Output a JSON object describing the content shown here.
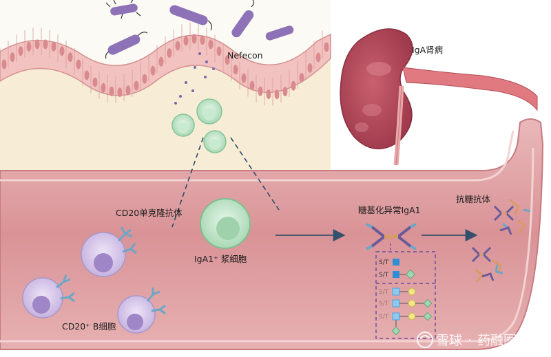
{
  "labels": {
    "nefecon": "Nefecon",
    "iga_nephropathy": "IgA肾病",
    "cd20_antibody": "CD20单克隆抗体",
    "plasma_cell": "IgA1⁺ 浆细胞",
    "gd_iga1": "糖基化异常IgA1",
    "anti_glycan_ab": "抗糖抗体",
    "b_cell": "CD20⁺ B细胞",
    "st_1": "S/T",
    "st_2": "S/T",
    "st_3": "S/T",
    "st_4": "S/T",
    "st_5": "S/T"
  },
  "watermark": {
    "brand": "雪球",
    "author": "药融圈"
  },
  "colors": {
    "vessel": "#d9969b",
    "vessel_light": "#f2cfd0",
    "epithelium": "#f0b8b7",
    "nucleus": "#d98a8e",
    "submucosa": "#f6ecd4",
    "kidney": "#b64e5e",
    "bacteria": "#8e72b8",
    "plasma": "#b8e0c2",
    "bcell": "#d6c6ea",
    "antibody_blue": "#6aa7c8",
    "antibody_purple": "#6a5a9a",
    "antibody_orange": "#d99a66",
    "glycan_blue": "#4ba3de",
    "glycan_yellow": "#f3e58a",
    "glycan_green": "#9ed8b4",
    "arrow": "#34506a"
  }
}
